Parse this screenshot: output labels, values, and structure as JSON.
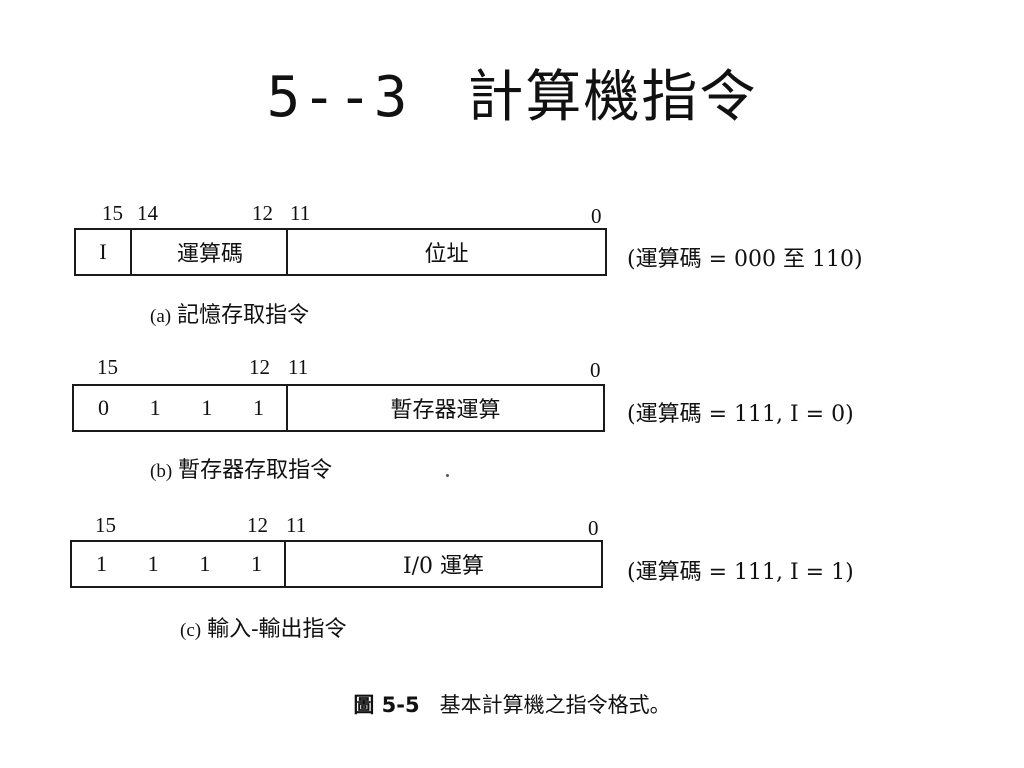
{
  "title": "5--3　計算機指令",
  "formats": [
    {
      "bit_labels": {
        "b15": "15",
        "b14": "14",
        "b12": "12",
        "b11": "11",
        "b0": "0"
      },
      "fields": [
        "I",
        "運算碼",
        "位址"
      ],
      "note": "(運算碼 = 000  至   110)",
      "caption_tag": "(a)",
      "caption": "記憶存取指令"
    },
    {
      "bit_labels": {
        "b15": "15",
        "b12": "12",
        "b11": "11",
        "b0": "0"
      },
      "bits": [
        "0",
        "1",
        "1",
        "1"
      ],
      "field": "暫存器運算",
      "note": "(運算碼 = 111,  I = 0)",
      "caption_tag": "(b)",
      "caption": "暫存器存取指令"
    },
    {
      "bit_labels": {
        "b15": "15",
        "b12": "12",
        "b11": "11",
        "b0": "0"
      },
      "bits": [
        "1",
        "1",
        "1",
        "1"
      ],
      "field": "I/0 運算",
      "note": "(運算碼 = 111,  I = 1)",
      "caption_tag": "(c)",
      "caption": "輸入-輸出指令"
    }
  ],
  "figure_caption": {
    "label": "圖  5-5",
    "text": "基本計算機之指令格式。"
  }
}
